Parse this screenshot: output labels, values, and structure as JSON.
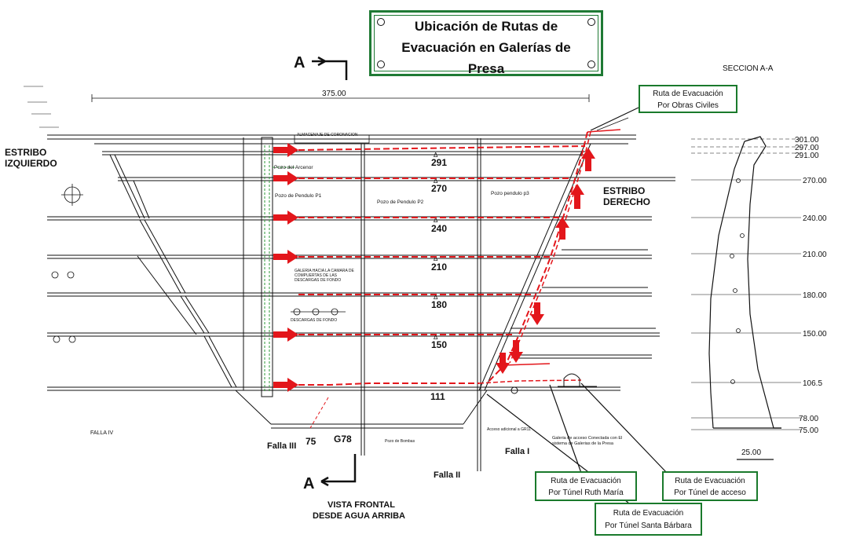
{
  "title": {
    "line1": "Ubicación de Rutas de",
    "line2": "Evacuación en Galerías de",
    "line3": "Presa"
  },
  "section_markers": {
    "top": "A",
    "bottom": "A"
  },
  "section_label": "SECCION A-A",
  "span_dimension": "375.00",
  "scale_bar": "25.00",
  "abutments": {
    "left_line1": "ESTRIBO",
    "left_line2": "IZQUIERDO",
    "right_line1": "ESTRIBO",
    "right_line2": "DERECHO"
  },
  "gallery_levels": [
    "291",
    "270",
    "240",
    "210",
    "180",
    "150"
  ],
  "bottom_level": "111",
  "section_elevations": [
    "301.00",
    "297.00",
    "291.00",
    "270.00",
    "240.00",
    "210.00",
    "180.00",
    "150.00",
    "106.5",
    "78.00",
    "75.00"
  ],
  "features": {
    "almacenaje": "ALMACENAJE DE CORONACION",
    "pozo_arcenor": "Pozo del Arcenor",
    "pozo_pendulo_p1": "Pozo de Pendulo P1",
    "pozo_pendulo_p2": "Pozo de Pendulo P2",
    "pozo_pendulo_p3": "Pozo pendulo p3",
    "galeria_hacia": "GALERIA HACIA LA CAMARA DE COMPUERTAS DE LAS DESCARGAS DE FONDO",
    "descargas_fondo": "DESCARGAS DE FONDO",
    "acceso_adicional": "Acceso adicional a GR11",
    "pozo_bombas": "Pozo de Bombas",
    "galeria_conectada": "Galeria de acceso Conectada con El sistema de Galerias de la Presa"
  },
  "labels": {
    "g78": "G78",
    "n75": "75",
    "falla_iii": "Falla III",
    "falla_ii": "Falla II",
    "falla_i": "Falla I",
    "falla_iv": "FALLA IV",
    "vista_line1": "VISTA FRONTAL",
    "vista_line2": "DESDE AGUA ARRIBA"
  },
  "evacuation_routes": [
    {
      "line1": "Ruta de Evacuación",
      "line2": "Por Obras Civiles"
    },
    {
      "line1": "Ruta de Evacuación",
      "line2": "Por Túnel Ruth María"
    },
    {
      "line1": "Ruta de Evacuación",
      "line2": "Por Túnel de acceso"
    },
    {
      "line1": "Ruta de Evacuación",
      "line2": "Por Túnel Santa Bárbara"
    }
  ],
  "colors": {
    "route_red": "#e3161b",
    "frame_green": "#1f7a34",
    "linework": "#111111"
  }
}
